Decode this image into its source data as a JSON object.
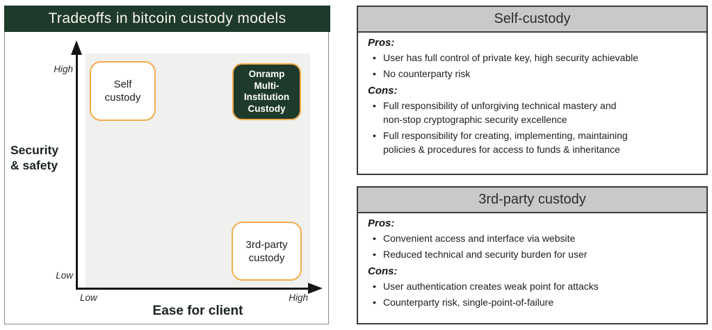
{
  "left_panel": {
    "title": "Tradeoffs in bitcoin custody models",
    "y_axis": {
      "title": "Security\n& safety",
      "top_tick": "High",
      "bottom_tick": "Low"
    },
    "x_axis": {
      "title": "Ease for client",
      "left_tick": "Low",
      "right_tick": "High"
    },
    "nodes": [
      {
        "label": "Self\ncustody",
        "security": "High",
        "ease_for_client": "Low",
        "style": "outline"
      },
      {
        "label": "Onramp\nMulti-\nInstitution\nCustody",
        "security": "High",
        "ease_for_client": "High",
        "style": "filled-green"
      },
      {
        "label": "3rd-party\ncustody",
        "security": "Low",
        "ease_for_client": "High",
        "style": "outline"
      }
    ]
  },
  "panels": [
    {
      "title": "Self-custody",
      "pros_label": "Pros:",
      "cons_label": "Cons:",
      "pros": [
        "User has full control of private key, high security achievable",
        "No counterparty risk"
      ],
      "cons": [
        "Full responsibility of unforgiving technical mastery and\nnon-stop cryptographic security excellence",
        "Full responsibility for creating, implementing, maintaining\npolicies & procedures for access to funds & inheritance"
      ]
    },
    {
      "title": "3rd-party custody",
      "pros_label": "Pros:",
      "cons_label": "Cons:",
      "pros": [
        "Convenient access and interface via website",
        "Reduced technical and security burden for user"
      ],
      "cons": [
        "User authentication creates weak point for attacks",
        "Counterparty risk, single-point-of-failure"
      ]
    }
  ],
  "colors": {
    "dark_green": "#1E3A2B",
    "accent_orange": "#F3AC4B",
    "plot_background_gray": "#F0F0EF",
    "panel_header_gray": "#C9C9C9"
  }
}
